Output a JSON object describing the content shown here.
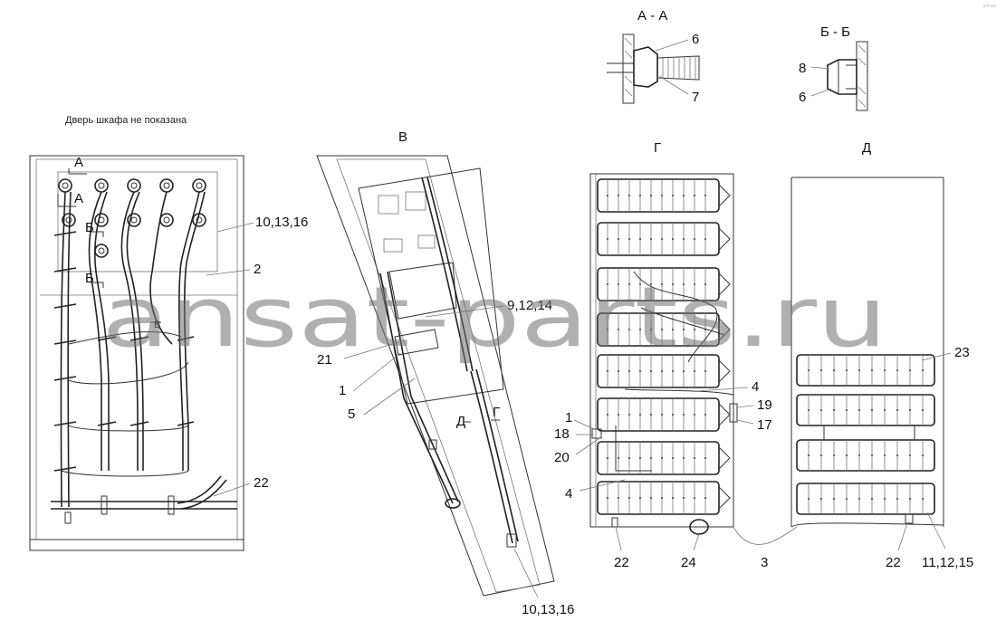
{
  "header": {
    "note": "Дверь шкафа не показана",
    "corner_mark": "e™ ≡≡≡"
  },
  "views": {
    "view_b": "В",
    "view_g": "Г",
    "view_d": "Д",
    "section_aa": "А - А",
    "section_bb": "Б - Б"
  },
  "markers": {
    "a1": "А",
    "a2": "А",
    "b1": "Б",
    "b2": "Б",
    "v": "В",
    "d": "Д",
    "g": "Г"
  },
  "callouts": {
    "c_10_13_16_left": "10,13,16",
    "c_2": "2",
    "c_22_left": "22",
    "c_9_12_14": "9,12,14",
    "c_21": "21",
    "c_1_mid": "1",
    "c_5": "5",
    "c_10_13_16_bottom": "10,13,16",
    "c_6_aa": "6",
    "c_7": "7",
    "c_8": "8",
    "c_6_bb": "6",
    "c_4_top": "4",
    "c_19": "19",
    "c_17": "17",
    "c_1_g": "1",
    "c_18": "18",
    "c_20": "20",
    "c_4_bottom": "4",
    "c_22_g": "22",
    "c_24": "24",
    "c_3": "3",
    "c_23": "23",
    "c_22_d": "22",
    "c_11_12_15": "11,12,15"
  },
  "watermark": "ansat-parts.ru"
}
